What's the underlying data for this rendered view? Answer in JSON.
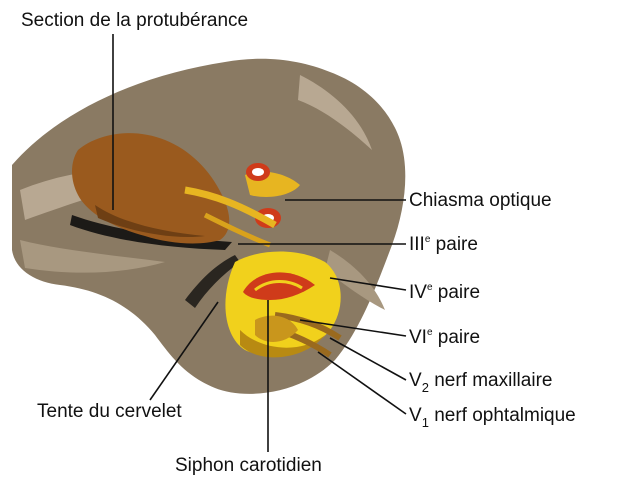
{
  "labels": {
    "section": "Section de la protubérance",
    "chiasma": "Chiasma optique",
    "iii": {
      "roman": "III",
      "sup": "e",
      "rest": " paire"
    },
    "iv": {
      "roman": "IV",
      "sup": "e",
      "rest": " paire"
    },
    "vi": {
      "roman": "VI",
      "sup": "e",
      "rest": " paire"
    },
    "v2": {
      "letter": "V",
      "sub": "2",
      "rest": " nerf maxillaire"
    },
    "v1": {
      "letter": "V",
      "sub": "1",
      "rest": " nerf ophtalmique"
    },
    "tente": "Tente du cervelet",
    "siphon": "Siphon carotidien"
  },
  "colors": {
    "dura": "#8a7a63",
    "dura_light": "#b8a892",
    "brainstem": "#9a5a1e",
    "nerve_yellow": "#e7b521",
    "sinus_yellow": "#f1d11c",
    "artery_red": "#cf3b1a",
    "shadow": "#1c1a17"
  }
}
